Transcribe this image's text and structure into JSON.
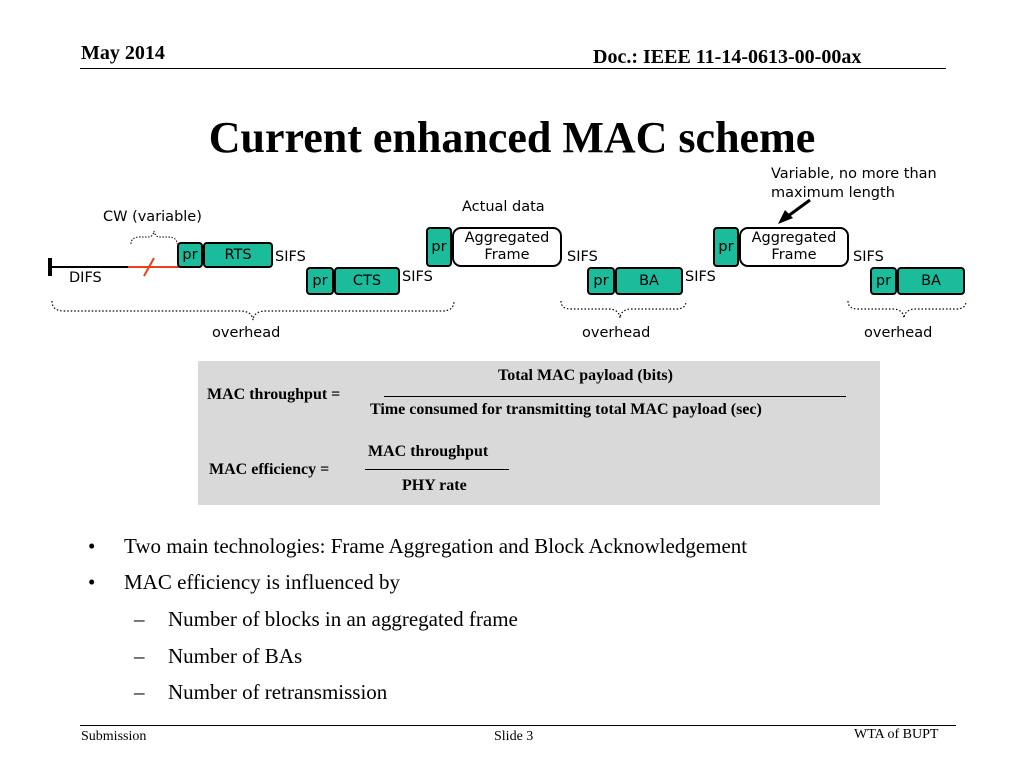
{
  "header": {
    "date": "May 2014",
    "doc": "Doc.: IEEE 11-14-0613-00-00ax"
  },
  "title": "Current enhanced MAC scheme",
  "diagram": {
    "difs": "DIFS",
    "cw": "CW (variable)",
    "pr": "pr",
    "rts": "RTS",
    "cts": "CTS",
    "sifs": "SIFS",
    "actual_data": "Actual data",
    "aggregated_frame_line1": "Aggregated",
    "aggregated_frame_line2": "Frame",
    "ba": "BA",
    "overhead": "overhead",
    "variable_note_line1": "Variable, no more than",
    "variable_note_line2": "maximum length",
    "colors": {
      "frame_fill": "#1abc9c",
      "cw_slash": "#e8401c"
    }
  },
  "formula": {
    "throughput_label": "MAC throughput =",
    "throughput_num": "Total MAC payload (bits)",
    "throughput_den": "Time consumed for transmitting total MAC payload (sec)",
    "efficiency_label": "MAC efficiency =",
    "efficiency_num": "MAC throughput",
    "efficiency_den": "PHY rate"
  },
  "bullets": [
    "Two main technologies: Frame Aggregation and Block Acknowledgement",
    "MAC efficiency is influenced by"
  ],
  "sub_bullets": [
    "Number of blocks in an aggregated frame",
    "Number of BAs",
    "Number of retransmission"
  ],
  "bullet_symbol": "•",
  "sub_bullet_symbol": "–",
  "footer": {
    "left": "Submission",
    "center": "Slide 3",
    "right": "WTA of BUPT"
  }
}
